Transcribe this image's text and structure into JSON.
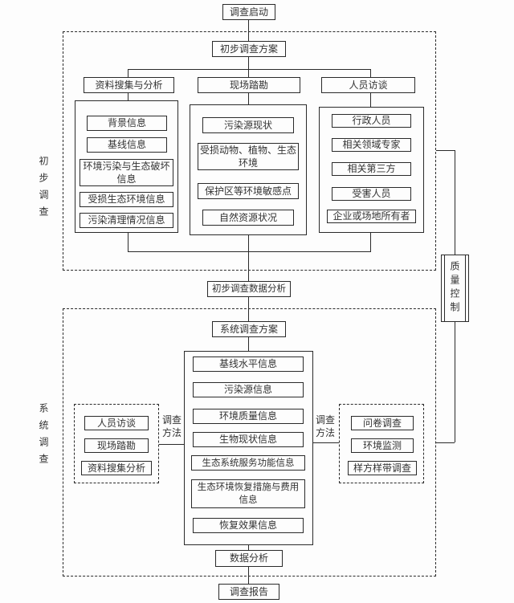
{
  "colors": {
    "ink": "#2a2a2a",
    "background": "#fdfdfd"
  },
  "flowchart": {
    "start": "调查启动",
    "quality_control": "质量控制",
    "preliminary": {
      "section_label": "初步调查",
      "plan": "初步调查方案",
      "branches": [
        {
          "header": "资料搜集与分析",
          "items": [
            "背景信息",
            "基线信息",
            "环境污染与生态破坏信息",
            "受损生态环境信息",
            "污染清理情况信息"
          ]
        },
        {
          "header": "现场踏勘",
          "items": [
            "污染源现状",
            "受损动物、植物、生态环境",
            "保护区等环境敏感点",
            "自然资源状况"
          ]
        },
        {
          "header": "人员访谈",
          "items": [
            "行政人员",
            "相关领域专家",
            "相关第三方",
            "受害人员",
            "企业或场地所有者"
          ]
        }
      ],
      "data_analysis": "初步调查数据分析"
    },
    "systematic": {
      "section_label": "系统调查",
      "plan": "系统调查方案",
      "center_items": [
        "基线水平信息",
        "污染源信息",
        "环境质量信息",
        "生物现状信息",
        "生态系统服务功能信息",
        "生态环境恢复措施与费用信息",
        "恢复效果信息"
      ],
      "left_methods": {
        "label": "调查方法",
        "items": [
          "人员访谈",
          "现场踏勘",
          "资料搜集分析"
        ]
      },
      "right_methods": {
        "label": "调查方法",
        "items": [
          "问卷调查",
          "环境监测",
          "样方样带调查"
        ]
      },
      "data_analysis": "数据分析"
    },
    "report": "调查报告"
  }
}
